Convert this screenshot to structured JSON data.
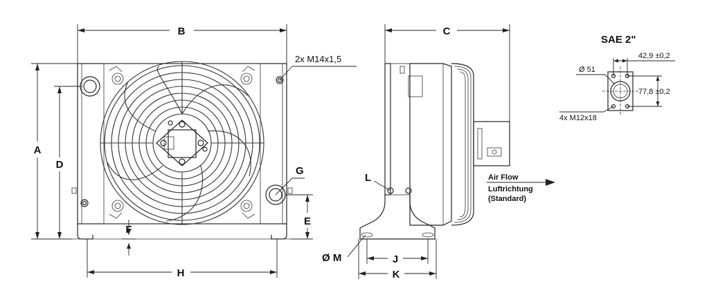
{
  "front_view": {
    "dim_b": "B",
    "dim_a": "A",
    "dim_d": "D",
    "dim_g": "G",
    "dim_e": "E",
    "dim_f": "F",
    "dim_h": "H",
    "port_callout": "2x M14x1,5"
  },
  "side_view": {
    "dim_c": "C",
    "dim_l": "L",
    "dim_m": "Ø M",
    "dim_j": "J",
    "dim_k": "K",
    "airflow_en": "Air Flow",
    "airflow_de": "Luftrichtung",
    "airflow_std": "(Standard)"
  },
  "flange_detail": {
    "title": "SAE 2\"",
    "dim_width": "42,9 ±0,2",
    "dim_height": "77,8 ±0,2",
    "dim_bore": "Ø 51",
    "bolts": "4x M12x18"
  }
}
